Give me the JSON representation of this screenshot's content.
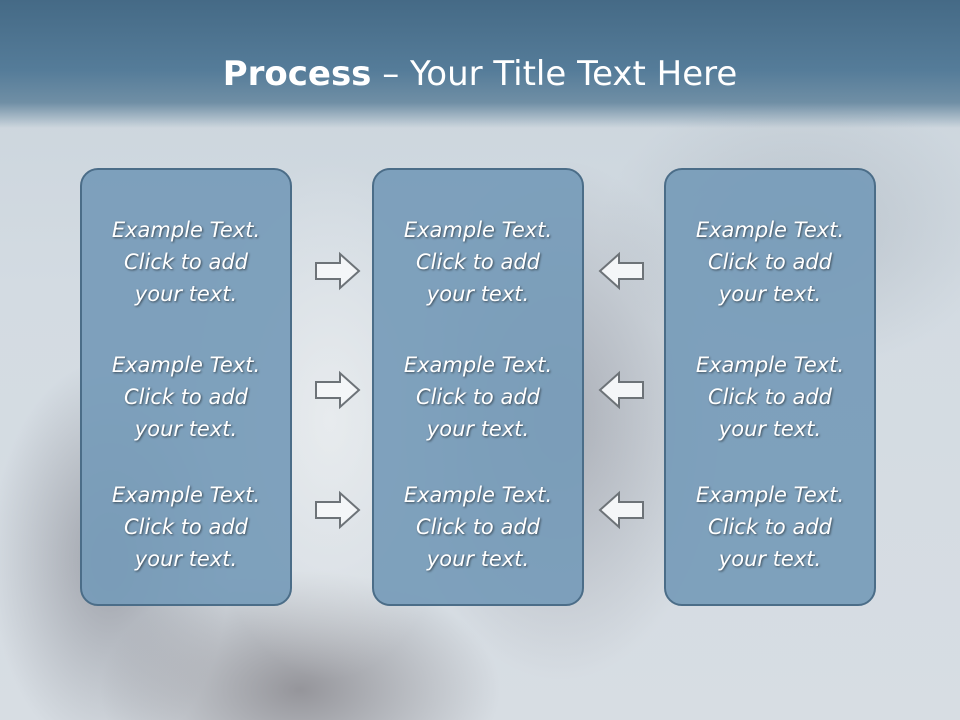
{
  "slide": {
    "title_bold": "Process",
    "title_rest": " – Your Title Text Here"
  },
  "columns": [
    {
      "items": [
        {
          "line1": "Example Text.",
          "line2": "Click  to add",
          "line3": "your text."
        },
        {
          "line1": "Example Text.",
          "line2": "Click  to add",
          "line3": "your text."
        },
        {
          "line1": "Example Text.",
          "line2": "Click  to add",
          "line3": "your text."
        }
      ]
    },
    {
      "items": [
        {
          "line1": "Example Text.",
          "line2": "Click  to add",
          "line3": "your text."
        },
        {
          "line1": "Example Text.",
          "line2": "Click  to add",
          "line3": "your text."
        },
        {
          "line1": "Example Text.",
          "line2": "Click  to add",
          "line3": "your text."
        }
      ]
    },
    {
      "items": [
        {
          "line1": "Example Text.",
          "line2": "Click  to add",
          "line3": "your text."
        },
        {
          "line1": "Example Text.",
          "line2": "Click  to add",
          "line3": "your text."
        },
        {
          "line1": "Example Text.",
          "line2": "Click  to add",
          "line3": "your text."
        }
      ]
    }
  ],
  "arrows": {
    "left_group": [
      "arrow-right-icon",
      "arrow-right-icon",
      "arrow-right-icon"
    ],
    "right_group": [
      "arrow-left-icon",
      "arrow-left-icon",
      "arrow-left-icon"
    ]
  },
  "colors": {
    "header_band": "#557c99",
    "box_fill": "#769bb9",
    "box_border": "#4b6d88",
    "text": "#ffffff"
  }
}
